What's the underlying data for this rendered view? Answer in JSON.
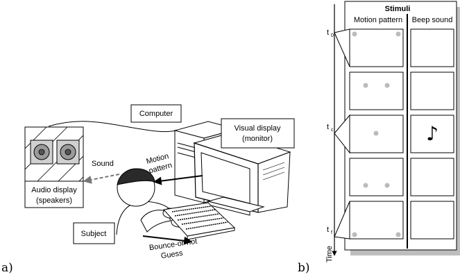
{
  "panel_a": {
    "label": "a)",
    "computer": "Computer",
    "visual_display": [
      "Visual display",
      "(monitor)"
    ],
    "audio_display": [
      "Audio display",
      "(speakers)"
    ],
    "sound": "Sound",
    "motion_pattern": [
      "Motion",
      "pattern"
    ],
    "subject": "Subject",
    "guess": [
      "Bounce-or-not",
      "Guess"
    ]
  },
  "panel_b": {
    "label": "b)",
    "stimuli_title": "Stimuli",
    "col_motion": "Motion pattern",
    "col_beep": "Beep sound",
    "time_axis": "Time",
    "t_marks": [
      {
        "base": "t",
        "sub": "0"
      },
      {
        "base": "t",
        "sub": "c"
      },
      {
        "base": "t",
        "sub": "f"
      }
    ],
    "beep_glyph": "♪"
  },
  "colors": {
    "line": "#000000",
    "ball": "#bbbbbb",
    "shadow": "#bdbdbd",
    "speaker_gray": "#999999"
  }
}
